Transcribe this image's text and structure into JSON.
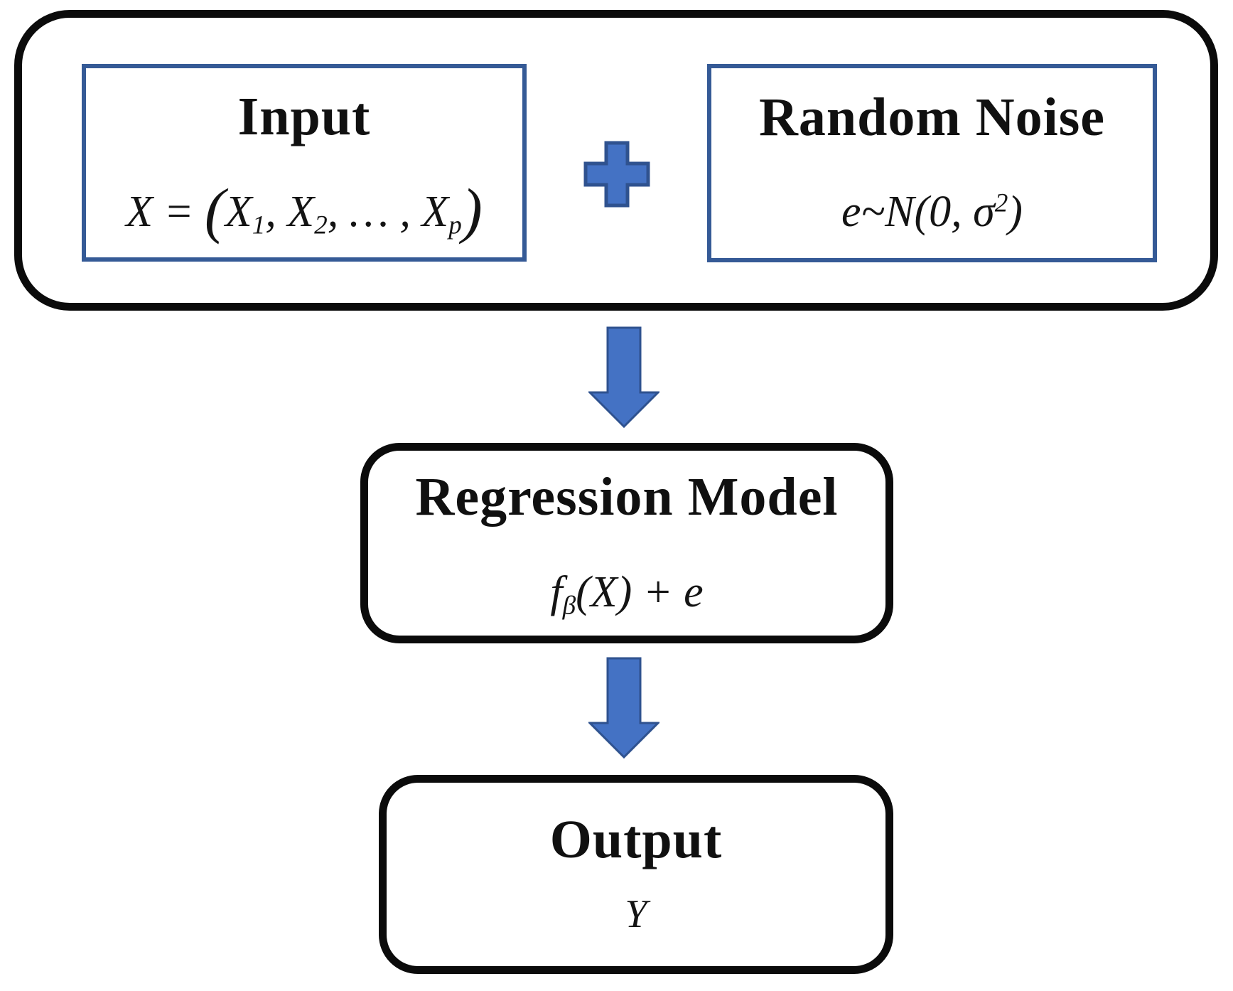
{
  "colors": {
    "accent_fill": "#4472C4",
    "accent_stroke": "#2F528F",
    "blue_border": "#355A96",
    "outline_black": "#0B0B0B"
  },
  "diagram": {
    "input_box": {
      "title": "Input",
      "formula": [
        {
          "text": "X = "
        },
        {
          "text": "(",
          "big": true
        },
        {
          "text": "X"
        },
        {
          "text": "1",
          "script": "sub"
        },
        {
          "text": ", "
        },
        {
          "text": "X"
        },
        {
          "text": "2",
          "script": "sub"
        },
        {
          "text": ", … , "
        },
        {
          "text": "X"
        },
        {
          "text": "p",
          "script": "sub"
        },
        {
          "text": ")",
          "big": true
        }
      ]
    },
    "plus": {
      "meaning": "plus"
    },
    "random_noise_box": {
      "title": "Random Noise",
      "formula": [
        {
          "text": "e~N(0, "
        },
        {
          "text": "σ"
        },
        {
          "text": "2",
          "script": "sup"
        },
        {
          "text": ")"
        }
      ]
    },
    "regression_box": {
      "title": "Regression Model",
      "formula": [
        {
          "text": "f"
        },
        {
          "text": "β",
          "script": "sub"
        },
        {
          "text": "(X) + e"
        }
      ]
    },
    "output_box": {
      "title": "Output",
      "formula": [
        {
          "text": "Y"
        }
      ]
    }
  }
}
